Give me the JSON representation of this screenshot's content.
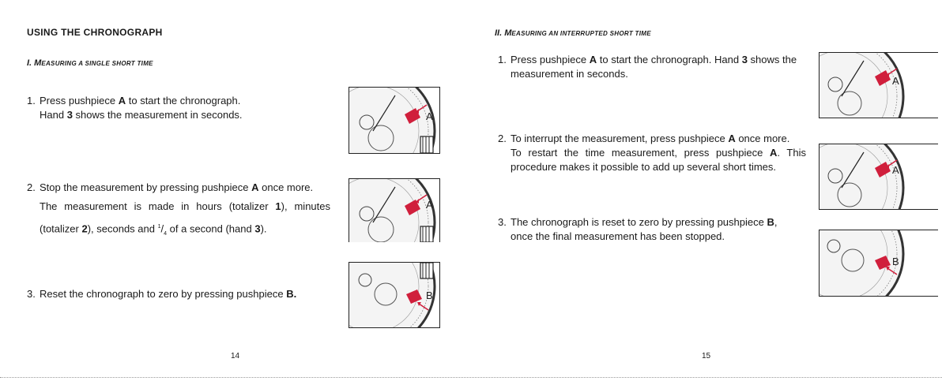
{
  "left_page": {
    "heading": "USING THE CHRONOGRAPH",
    "section": {
      "roman": "I. ",
      "title_initial": "M",
      "title_rest": "EASURING A SINGLE SHORT TIME"
    },
    "steps": [
      {
        "num": "1.",
        "line1_pre": "Press pushpiece ",
        "line1_key": "A",
        "line1_post": " to start the chronograph.",
        "line2_pre": "Hand ",
        "line2_key": "3",
        "line2_post": " shows the measurement in seconds."
      },
      {
        "num": "2.",
        "line1_pre": "Stop the measurement by pressing pushpiece ",
        "line1_key": "A",
        "line1_post": " once more.",
        "line2_pre": "The measurement is made in hours (totalizer ",
        "line2_key": "1",
        "line2_post": "), minutes",
        "line3_pre": "(totalizer ",
        "line3_key": "2",
        "line3_mid": "), seconds and ",
        "frac_num": "1",
        "frac_den": "4",
        "line3_mid2": " of a second (hand ",
        "line3_key2": "3",
        "line3_post": ")."
      },
      {
        "num": "3.",
        "line1_pre": "Reset the chronograph to zero by pressing pushpiece ",
        "line1_key": "B."
      }
    ],
    "images": [
      {
        "label": "A"
      },
      {
        "label": "A"
      },
      {
        "label": "B"
      }
    ],
    "page_number": "14"
  },
  "right_page": {
    "section": {
      "roman": "II. ",
      "title_initial": "M",
      "title_rest": "EASURING AN INTERRUPTED SHORT TIME"
    },
    "steps": [
      {
        "num": "1.",
        "line1_pre": "Press pushpiece ",
        "line1_key": "A",
        "line1_post": " to start the chronograph. Hand ",
        "line1_key2": "3",
        "line1_post2": " shows the",
        "line2": "measurement in seconds."
      },
      {
        "num": "2.",
        "line1_pre": "To interrupt the measurement, press pushpiece ",
        "line1_key": "A",
        "line1_post": " once more.",
        "line2_pre": "To restart the time measurement, press pushpiece ",
        "line2_key": "A",
        "line2_post": ". This",
        "line3": "procedure makes it possible to add up several short times."
      },
      {
        "num": "3.",
        "line1_pre": "The chronograph is reset to zero by pressing pushpiece ",
        "line1_key": "B",
        "line1_post": ",",
        "line2": "once the final measurement has been stopped."
      }
    ],
    "images": [
      {
        "label": "A"
      },
      {
        "label": "A"
      },
      {
        "label": "B"
      }
    ],
    "page_number": "15"
  },
  "colors": {
    "pushpiece": "#d01f3c",
    "arrow": "#d01f3c",
    "text": "#1a1a1a"
  }
}
